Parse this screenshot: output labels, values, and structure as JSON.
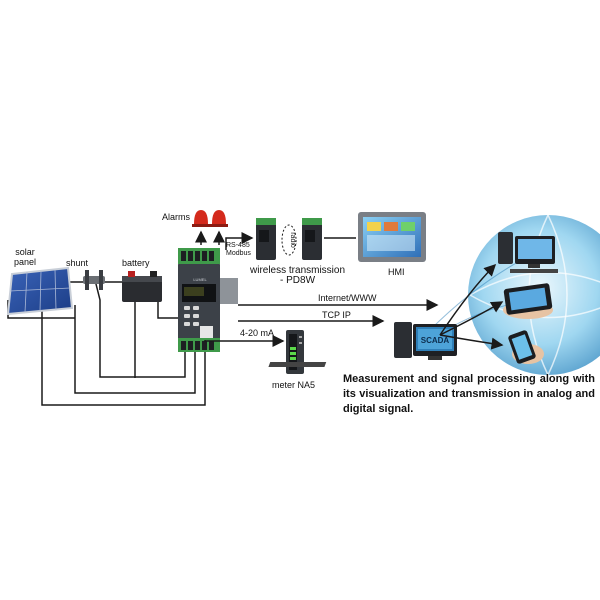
{
  "labels": {
    "solar_panel": "solar\npanel",
    "shunt": "shunt",
    "battery": "battery",
    "alarms": "Alarms",
    "rs485": "RS-485\nModbus",
    "radio": "radio",
    "wireless": "wireless transmission\n- PD8W",
    "hmi": "HMI",
    "internet": "Internet/WWW",
    "tcpip": "TCP IP",
    "current": "4-20 mA",
    "meter": "meter NA5",
    "scada": "SCADA",
    "description": "Measurement and signal processing along with its visualization and transmission in analog and digital signal.",
    "device_brand": "LUMEL"
  },
  "colors": {
    "line": "#1a1a1a",
    "alarm": "#d42a1c",
    "globe": "#7fc6e8",
    "device_body": "#3c4148",
    "device_green": "#3f9a4a",
    "hmi_frame": "#7a7f86",
    "hmi_screen": "#2f6fb8"
  }
}
